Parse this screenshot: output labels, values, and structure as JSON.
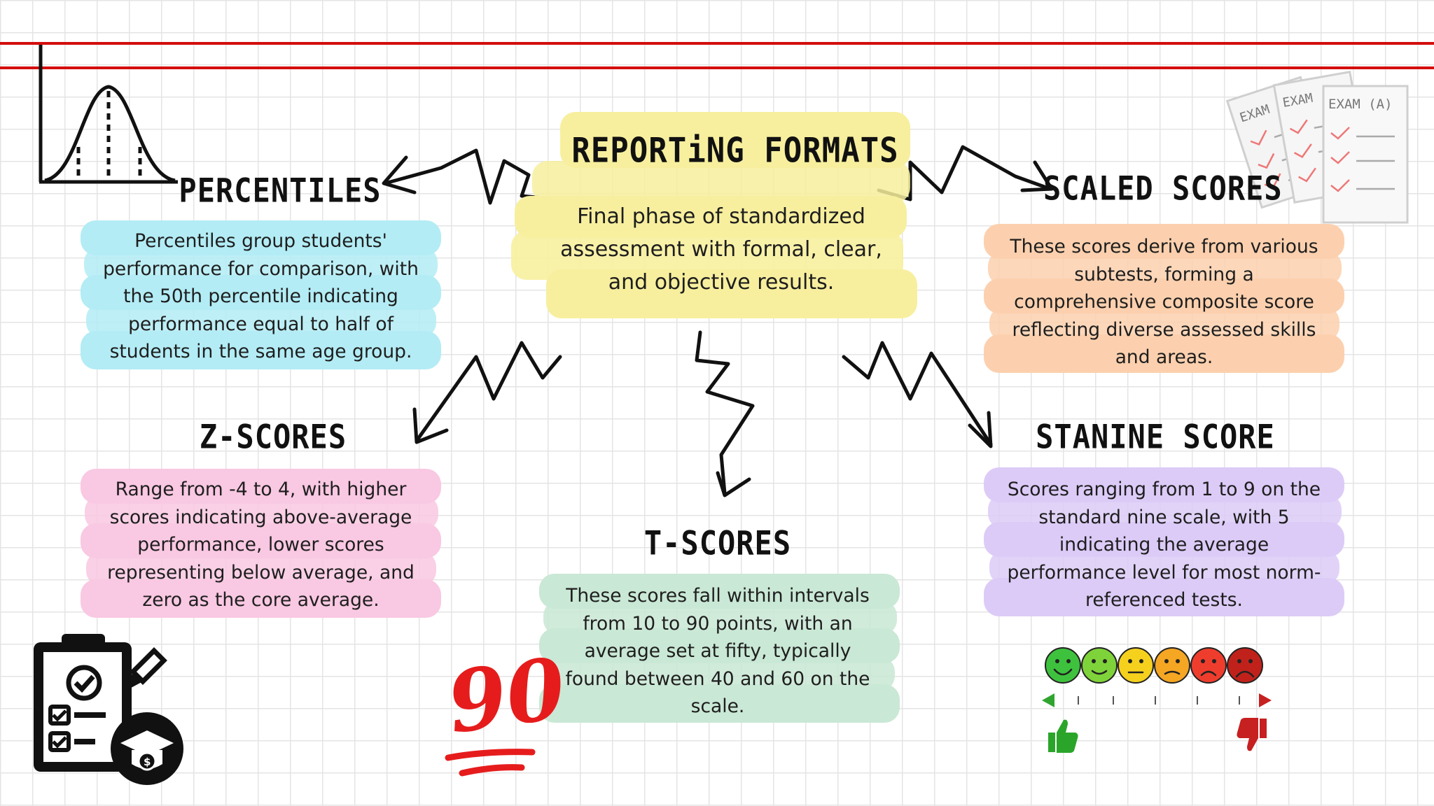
{
  "title": "REPORTiNG FORMATS",
  "intro": "Final phase of standardized assessment with formal, clear, and objective results.",
  "sections": {
    "percentiles": {
      "heading": "PERCENTILES",
      "text": "Percentiles group students' performance for comparison, with the 50th percentile indicating performance equal to half of students in the same age group.",
      "color": "#b3ecf5"
    },
    "scaled": {
      "heading": "SCALED SCORES",
      "text": "These scores derive from various subtests, forming a comprehensive composite score reflecting diverse assessed skills and areas.",
      "color": "#fcd0ae"
    },
    "zscores": {
      "heading": "Z-SCORES",
      "text": "Range from -4 to 4, with higher scores indicating above-average performance, lower scores representing below average, and zero as the core average.",
      "color": "#f9c8e2"
    },
    "tscores": {
      "heading": "T-SCORES",
      "text": "These scores fall within intervals from 10 to 90 points, with an average set at fifty, typically found between 40 and 60 on the scale.",
      "color": "#c9e8d5"
    },
    "stanine": {
      "heading": "STANINE SCORE",
      "text": "Scores ranging from 1 to 9 on the standard nine scale, with 5 indicating the average performance level for most norm-referenced tests.",
      "color": "#dccbf7"
    }
  },
  "decor": {
    "score_number": "90",
    "score_color": "#e61c1c",
    "exam_labels": [
      "EXAM (B)",
      "EXAM (C)",
      "EXAM (A)"
    ],
    "icons": [
      "bell-curve-icon",
      "exam-papers-icon",
      "checklist-graduation-icon",
      "emoji-scale-icon",
      "thumbs-up-icon",
      "thumbs-down-icon"
    ],
    "accent_red": "#d40e0e",
    "center_highlight": "#f7ef9e"
  }
}
